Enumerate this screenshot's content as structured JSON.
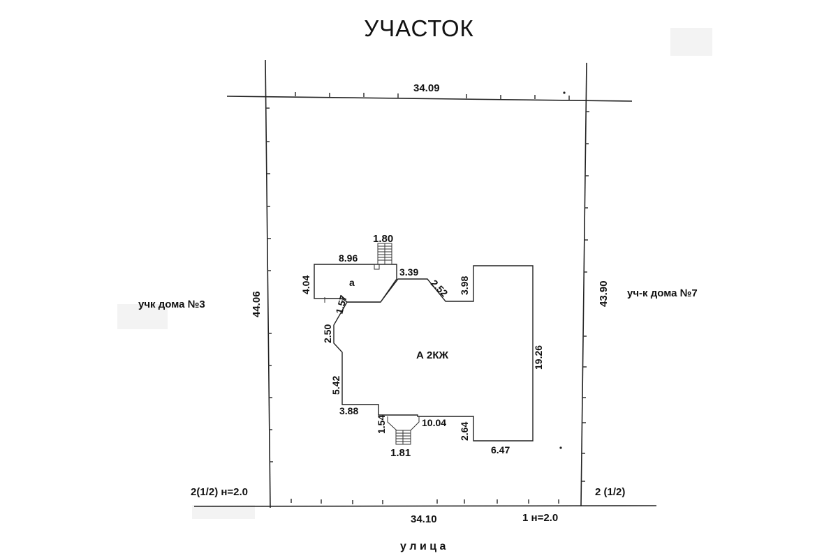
{
  "title": "УЧАСТОК",
  "plot": {
    "top_length": "34.09",
    "bottom_length": "34.10",
    "left_length": "44.06",
    "right_length": "43.90"
  },
  "neighbors": {
    "left": "учк дома №3",
    "right": "уч-к дома №7",
    "street": "у л и ц а"
  },
  "corner_marks": {
    "bottom_left": "2(1/2) н=2.0",
    "bottom_right": "2 (1/2)",
    "bottom_mid": "1 н=2.0"
  },
  "building": {
    "main_label": "А  2КЖ",
    "annex_label": "а",
    "dimensions": {
      "annex_top": "8.96",
      "annex_side": "4.04",
      "stairs_top": "1.80",
      "stairs_bottom": "1.81",
      "seg_339": "3.39",
      "diag_252": "2.52",
      "seg_398": "3.98",
      "right_side": "19.26",
      "bottom_right": "6.47",
      "seg_264": "2.64",
      "seg_1004": "10.04",
      "seg_154": "1.54",
      "seg_388": "3.88",
      "left_lower": "5.42",
      "left_upper": "2.50",
      "diag_157": "1.57"
    }
  }
}
